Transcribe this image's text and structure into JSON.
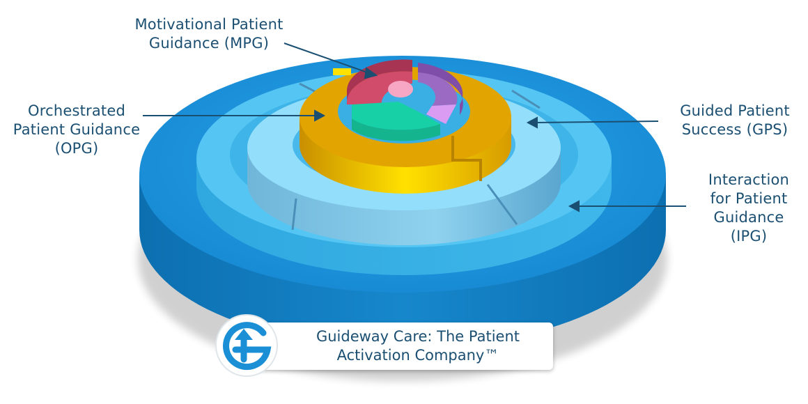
{
  "labels": {
    "mpg": {
      "line1": "Motivational Patient",
      "line2": "Guidance (MPG)"
    },
    "opg": {
      "line1": "Orchestrated",
      "line2": "Patient Guidance",
      "line3": "(OPG)"
    },
    "gps": {
      "line1": "Guided Patient",
      "line2": "Success (GPS)"
    },
    "ipg": {
      "line1": "Interaction",
      "line2": "for Patient",
      "line3": "Guidance",
      "line4": "(IPG)"
    }
  },
  "brand": {
    "line1": "Guideway Care: The Patient",
    "line2": "Activation Company™",
    "logo_icon": "guideway-g-arrow-logo-icon"
  },
  "colors": {
    "label_text": "#1b4f72",
    "outer_disc": "#1e93d6",
    "ipg_ring": "#53c4f2",
    "gps_ring": "#8fdcf8",
    "opg_ring": "#e0a400",
    "mpg_red": "#d14b6b",
    "mpg_purple": "#9b6bc4",
    "mpg_teal": "#17d0a6",
    "logo_blue": "#1a8fd6"
  }
}
